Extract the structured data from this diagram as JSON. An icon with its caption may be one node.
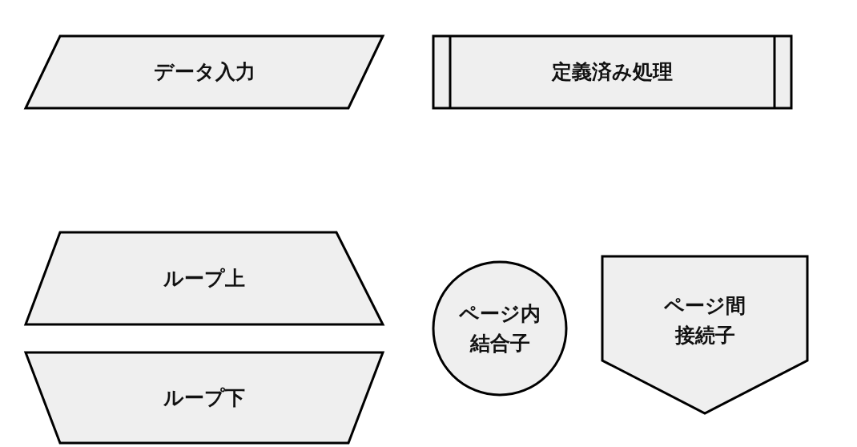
{
  "diagram": {
    "nodes": [
      {
        "text": [
          "データ入力"
        ]
      },
      {
        "text": [
          "定義済み処理"
        ]
      },
      {
        "text": [
          "ループ上"
        ]
      },
      {
        "text": [
          "ループ下"
        ]
      },
      {
        "text": [
          "ページ内結合子"
        ]
      },
      {
        "text": [
          "ページ間接続子"
        ]
      }
    ]
  }
}
